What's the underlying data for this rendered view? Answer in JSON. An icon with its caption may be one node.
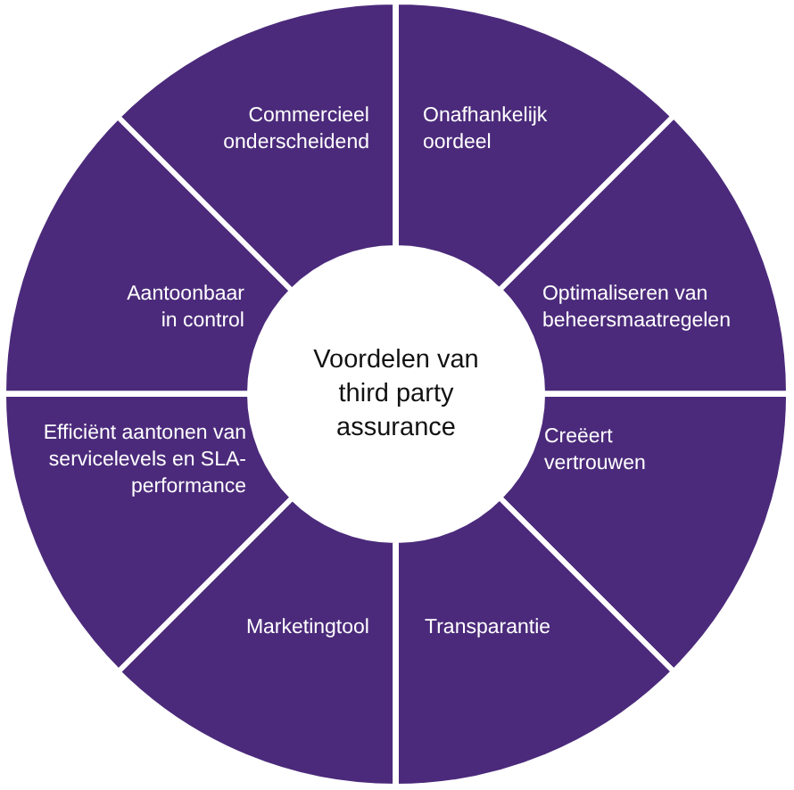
{
  "diagram": {
    "nodes": [
      {
        "text": [
          "Voordelen van third party assurance"
        ]
      },
      {
        "text": [
          "Onafhankelijk oordeel"
        ]
      },
      {
        "text": [
          "Optimaliseren van beheersmaatregelen"
        ]
      },
      {
        "text": [
          "Creëert vertrouwen"
        ]
      },
      {
        "text": [
          "Transparantie"
        ]
      },
      {
        "text": [
          "Marketingtool"
        ]
      },
      {
        "text": [
          "Efficiënt aantonen van servicelevels en SLA-performance"
        ]
      },
      {
        "text": [
          "Aantoonbaar in control"
        ]
      },
      {
        "text": [
          "Commercieel onderscheidend"
        ]
      }
    ]
  }
}
